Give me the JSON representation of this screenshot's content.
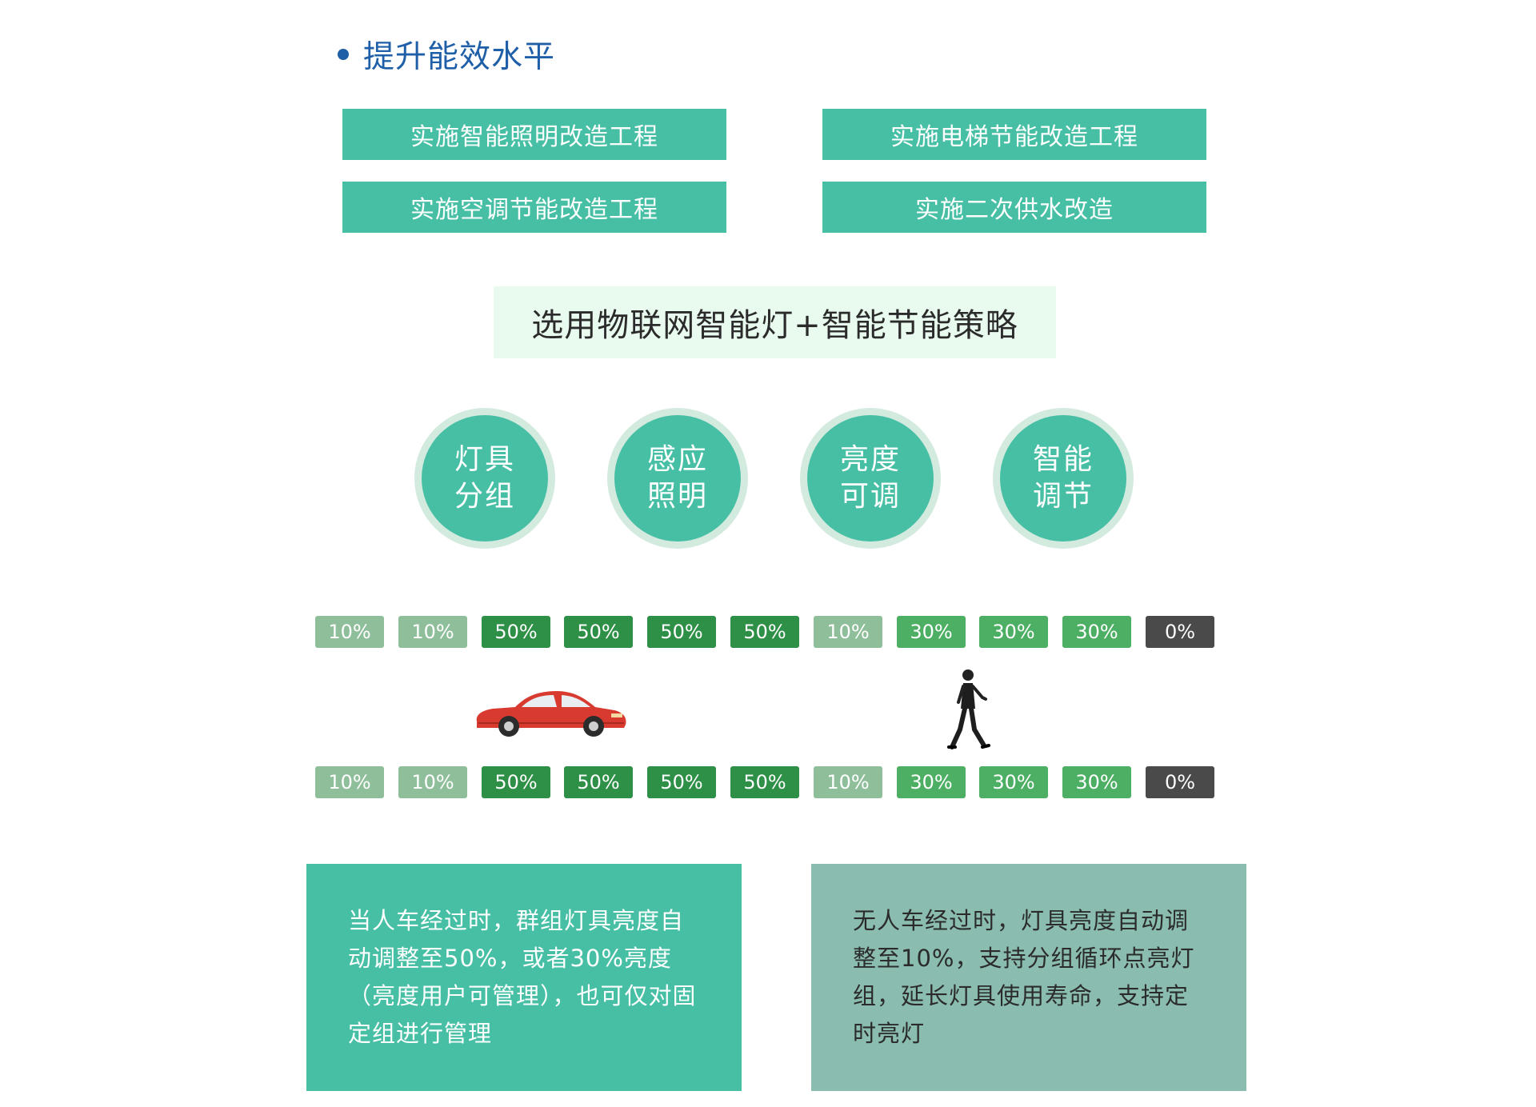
{
  "heading": {
    "title": "提升能效水平"
  },
  "measures": [
    "实施智能照明改造工程",
    "实施电梯节能改造工程",
    "实施空调节能改造工程",
    "实施二次供水改造"
  ],
  "strategy": "选用物联网智能灯+智能节能策略",
  "features": [
    {
      "line1": "灯具",
      "line2": "分组"
    },
    {
      "line1": "感应",
      "line2": "照明"
    },
    {
      "line1": "亮度",
      "line2": "可调"
    },
    {
      "line1": "智能",
      "line2": "调节"
    }
  ],
  "brightness_rows": [
    [
      "10%",
      "10%",
      "50%",
      "50%",
      "50%",
      "50%",
      "10%",
      "30%",
      "30%",
      "30%",
      "0%"
    ],
    [
      "10%",
      "10%",
      "50%",
      "50%",
      "50%",
      "50%",
      "10%",
      "30%",
      "30%",
      "30%",
      "0%"
    ]
  ],
  "colors": {
    "level_10": "#8fbf9a",
    "level_50": "#2e8f46",
    "level_30": "#4caf63",
    "level_0": "#4a4a4a"
  },
  "descriptions": {
    "left": "当人车经过时，群组灯具亮度自动调整至50%，或者30%亮度（亮度用户可管理），也可仅对固定组进行管理",
    "right": "无人车经过时，灯具亮度自动调整至10%，支持分组循环点亮灯组，延长灯具使用寿命，支持定时亮灯"
  },
  "icons": {
    "car": "car-icon",
    "pedestrian": "pedestrian-icon"
  }
}
